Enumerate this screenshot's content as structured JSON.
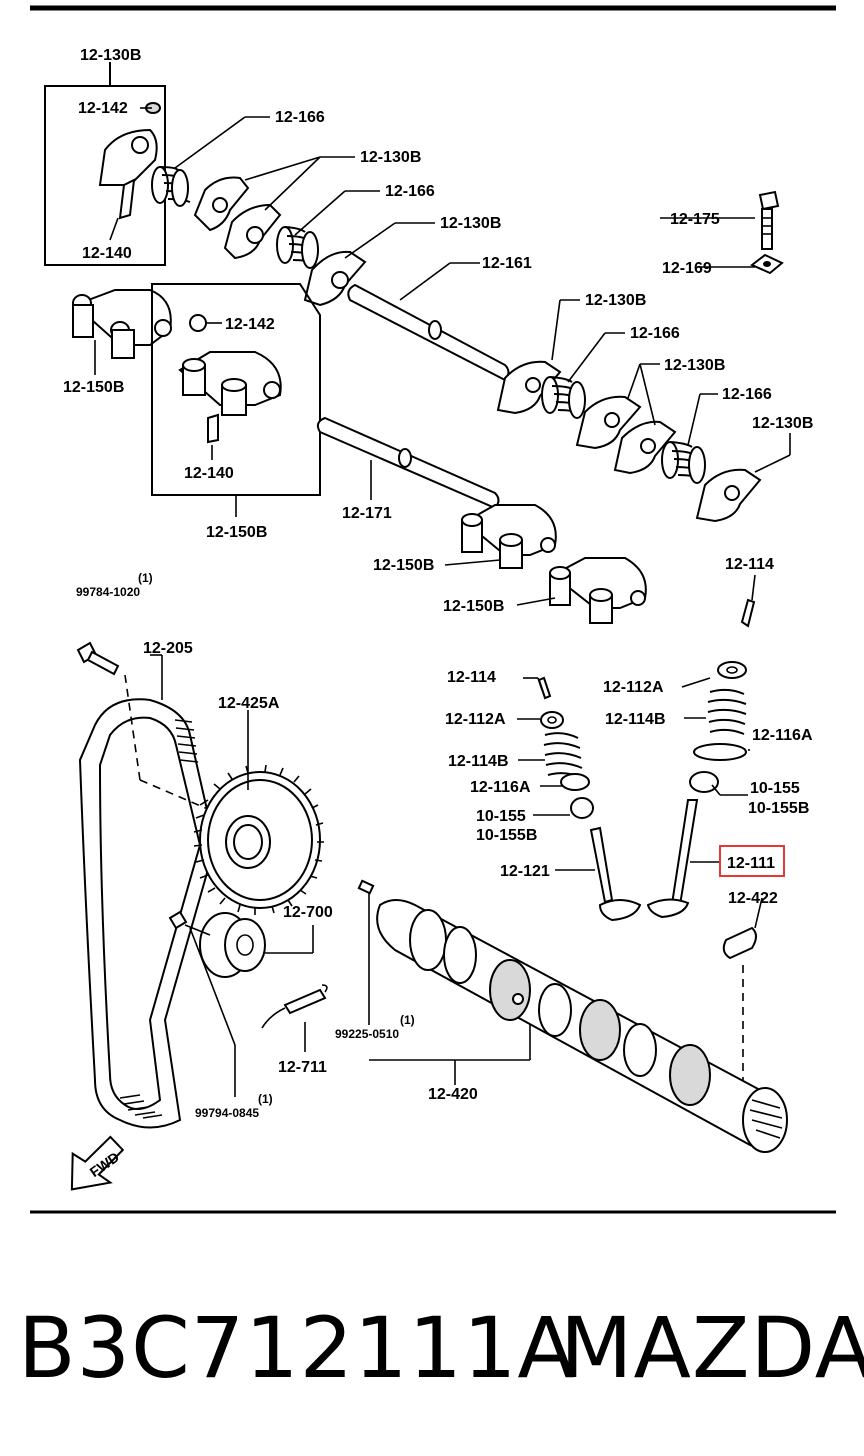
{
  "labels": {
    "l_130b_top": "12-130B",
    "l_142_a": "12-142",
    "l_140_a": "12-140",
    "l_166_a": "12-166",
    "l_130b_b": "12-130B",
    "l_166_b": "12-166",
    "l_130b_c": "12-130B",
    "l_175": "12-175",
    "l_169": "12-169",
    "l_161": "12-161",
    "l_150b_a": "12-150B",
    "l_142_b": "12-142",
    "l_140_b": "12-140",
    "l_150b_box": "12-150B",
    "l_130b_d": "12-130B",
    "l_166_c": "12-166",
    "l_130b_e": "12-130B",
    "l_166_d": "12-166",
    "l_130b_f": "12-130B",
    "l_171": "12-171",
    "l_150b_c": "12-150B",
    "l_150b_d": "12-150B",
    "l_114_a": "12-114",
    "l_bolt_qty": "(1)",
    "l_bolt_num": "99784-1020",
    "l_205": "12-205",
    "l_425a": "12-425A",
    "l_114_b": "12-114",
    "l_112a_a": "12-112A",
    "l_112a_b": "12-112A",
    "l_114b_a": "12-114B",
    "l_114b_b": "12-114B",
    "l_116a_a": "12-116A",
    "l_116a_b": "12-116A",
    "l_10155_a": "10-155",
    "l_10155b_a": "10-155B",
    "l_10155_b": "10-155",
    "l_10155b_b": "10-155B",
    "l_121": "12-121",
    "l_111": "12-111",
    "l_422": "12-422",
    "l_700": "12-700",
    "l_pin_qty": "(1)",
    "l_pin_num": "99225-0510",
    "l_711": "12-711",
    "l_420": "12-420",
    "l_bolt2_qty": "(1)",
    "l_bolt2_num": "99794-0845",
    "fwd": "FWD"
  },
  "highlight": {
    "label": "12-111",
    "color": "#e53935"
  },
  "footer": {
    "part_number": "B3C712111A",
    "brand": "MAZDA"
  },
  "colors": {
    "ink": "#000000",
    "background": "#ffffff",
    "highlight_border": "#e53935"
  }
}
